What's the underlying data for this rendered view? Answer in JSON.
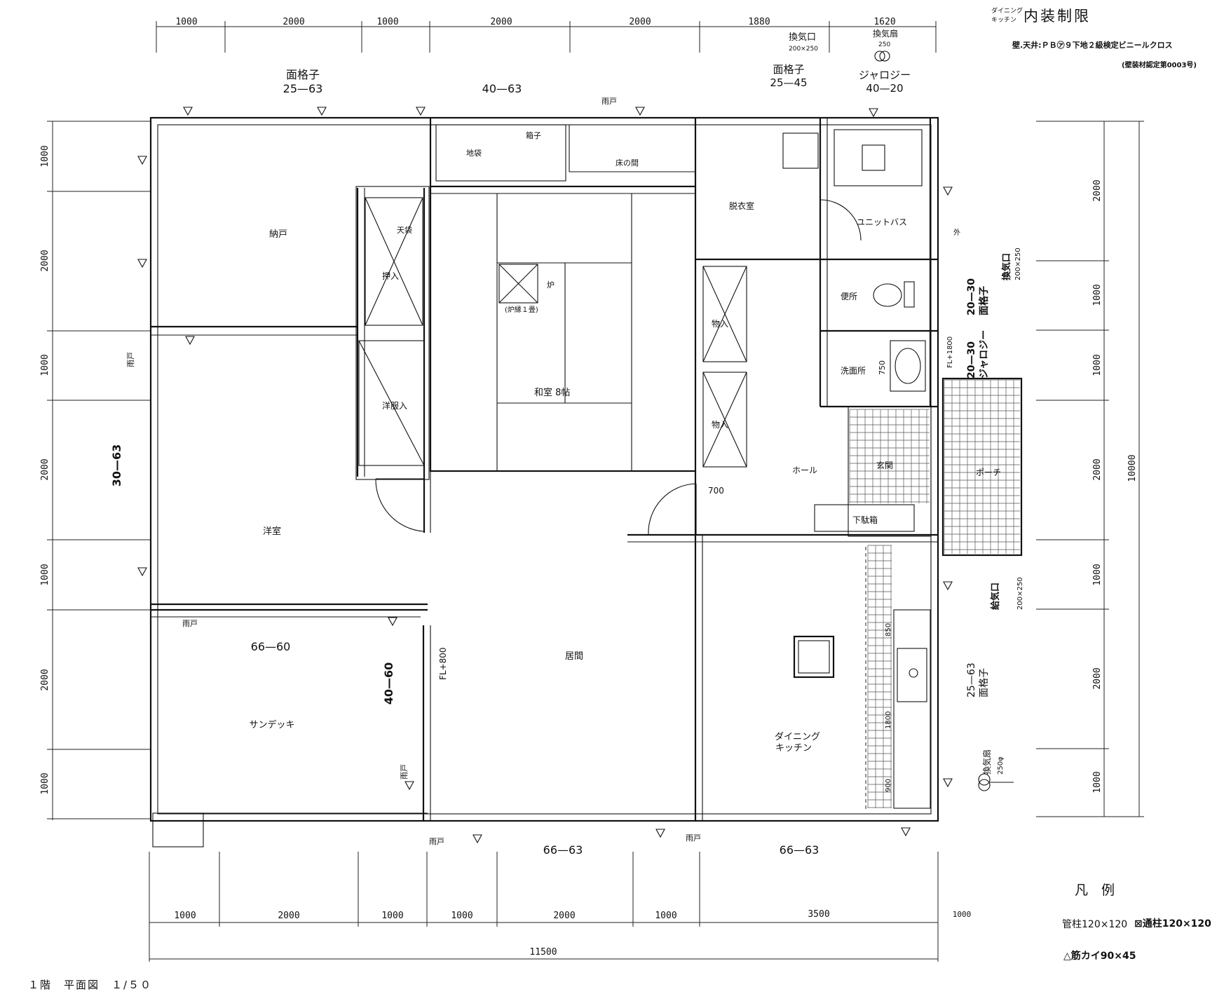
{
  "finish_notes": {
    "kicker_dining": "ダイニング",
    "kicker_kitchen": "キッチン",
    "title": "内装制限",
    "line1": "壁.天井:ＰＢ㋐９下地２級検定ビニールクロス",
    "line2": "(壁装材認定第0003号)"
  },
  "dims_top": [
    "1000",
    "2000",
    "1000",
    "2000",
    "2000",
    "1880",
    "1620"
  ],
  "dims_bottom": [
    "1000",
    "2000",
    "1000",
    "1000",
    "2000",
    "1000",
    "3500",
    "1000"
  ],
  "dim_total_bottom": "11500",
  "dims_left": [
    "1000",
    "2000",
    "1000",
    "2000",
    "1000",
    "2000",
    "1000"
  ],
  "dims_right": [
    "2000",
    "1000",
    "1000",
    "2000",
    "1000",
    "2000",
    "1000"
  ],
  "dim_total_right": "10000",
  "rooms": {
    "nando": "納戸",
    "oshiire_top": "押入",
    "tenbukuro": "天袋",
    "yofuku_ire": "洋服入",
    "yoshitsu": "洋室",
    "washitsu": "和室 8帖",
    "ro": "炉",
    "robuchi": "(炉縁１畳)",
    "tokonoma": "床の間",
    "hakodan": "箱子",
    "tenbukuro2": "地袋",
    "datsui": "脱衣室",
    "unit_bath": "ユニットバス",
    "toilet": "便所",
    "senmen": "洗面所",
    "monoire1": "物入",
    "monoire2": "物入",
    "hall": "ホール",
    "genkan": "玄関",
    "porch": "ポーチ",
    "geta": "下駄箱",
    "ima": "居間",
    "dining": "ダイニング",
    "kitchen": "キッチン",
    "sundeck": "サンデッキ",
    "soto": "外",
    "ame1": "雨戸",
    "ame2": "雨戸",
    "ame3": "雨戸",
    "ame4": "雨戸",
    "ame5": "雨戸",
    "ame6": "雨戸"
  },
  "window_labels": {
    "w_top_left": "面格子",
    "w_top_left_size": "25—63",
    "w_top_mid_size": "40—63",
    "w_top_right": "面格子",
    "w_top_right_size": "25—45",
    "w_jalousie": "ジャロジー",
    "w_jalousie_size": "40—20",
    "kanki_top": "換気口",
    "kanki_top_size": "200×250",
    "kanki_fan_top": "換気扇",
    "kanki_fan_top_size": "250",
    "w_left": "30—63",
    "w_bottom_left": "66—60",
    "w_bottom_sun": "40—60",
    "w_bottom_mid": "66—63",
    "w_bottom_right": "66—63",
    "w_right_toilet": "20—30",
    "w_right_toilet_lbl": "面格子",
    "w_right_wash": "20—30",
    "w_right_wash_lbl": "ジャロジー",
    "w_right_kitchen": "25—63",
    "w_right_kitchen_lbl": "面格子",
    "kanki_right": "換気口",
    "kanki_right_size": "200×250",
    "kyuki": "給気口",
    "kyuki_size": "200×250",
    "kanki_fan_right": "換気扇",
    "kanki_fan_right_size": "250φ"
  },
  "notes": {
    "fl_800": "FL+800",
    "fl_1800": "FL+1800",
    "d700": "700",
    "d750": "750",
    "d850": "850",
    "d1800": "1800",
    "d900": "900"
  },
  "legend": {
    "title": "凡　例",
    "line1a": "管柱120×120",
    "line1b": "⊠通柱120×120",
    "line2": "△筋カイ90×45"
  },
  "drawing_title": "１階　平面図　１/５０"
}
